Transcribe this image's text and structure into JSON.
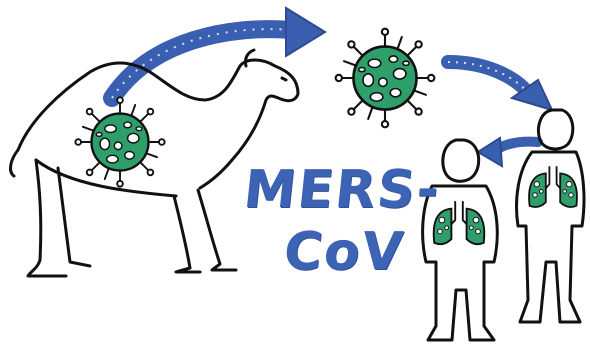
{
  "diagram": {
    "title_line_1": "MERS-",
    "title_line_2": "CoV",
    "colors": {
      "ink": "#111111",
      "arrow_blue": "#3b5fb0",
      "title_blue": "#3d63b5",
      "virus_green": "#2e9e6b",
      "virus_spots": "#ffffff"
    },
    "nodes": [
      {
        "id": "camel",
        "icon": "camel-icon",
        "contains": "virus-icon"
      },
      {
        "id": "virus",
        "icon": "virus-icon"
      },
      {
        "id": "person-front",
        "icon": "person-icon",
        "contains": "infected-lungs-icon"
      },
      {
        "id": "person-back",
        "icon": "person-icon",
        "contains": "infected-lungs-icon"
      }
    ],
    "edges": [
      {
        "from": "camel",
        "to": "virus"
      },
      {
        "from": "virus",
        "to": "person-back"
      },
      {
        "from": "person-back",
        "to": "person-front"
      }
    ]
  }
}
